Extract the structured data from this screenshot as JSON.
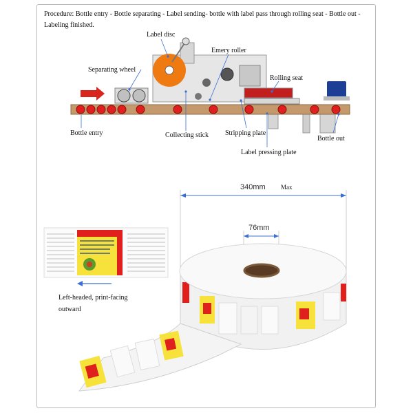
{
  "procedure": {
    "text": "Procedure: Bottle entry - Bottle separating - Label sending- bottle with label pass through rolling seat - Bottle out - Labeling finished."
  },
  "labels": {
    "label_disc": "Label disc",
    "separating_wheel": "Separating wheel",
    "emery_roller": "Emery roller",
    "rolling_seat": "Rolling seat",
    "bottle_entry": "Bottle entry",
    "collecting_stick": "Collecting stick",
    "stripping_plate": "Stripping plate",
    "bottle_out": "Bottle out",
    "label_pressing_plate": "Label pressing plate"
  },
  "roll": {
    "outer_width": "340mm",
    "max_label": "Max",
    "core_width": "76mm"
  },
  "orientation": {
    "line1": "Left-headed, print-facing",
    "line2": "outward"
  },
  "colors": {
    "bottle_red": "#e0201c",
    "conveyor": "#c49a6c",
    "motor_blue": "#1c3f95",
    "arrow_red": "#d8261e",
    "dim_blue": "#3c6fd1",
    "disc_orange": "#f07a12"
  }
}
